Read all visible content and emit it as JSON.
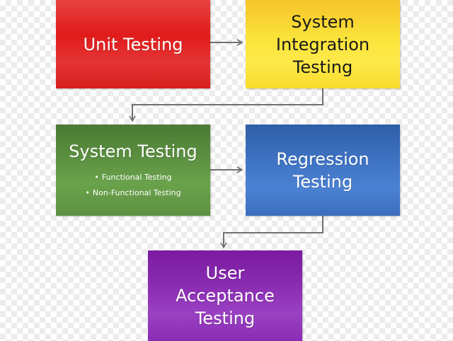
{
  "diagram": {
    "nodes": {
      "unit_testing": {
        "label": "Unit Testing",
        "color": "#e01b1b"
      },
      "system_integration_testing": {
        "label": "System\nIntegration\nTesting",
        "color": "#fbe43a"
      },
      "system_testing": {
        "label": "System Testing",
        "color": "#5b8f40",
        "bullets": [
          "Functional Testing",
          "Non-Functional Testing"
        ]
      },
      "regression_testing": {
        "label": "Regression\nTesting",
        "color": "#3f73c3"
      },
      "user_acceptance_testing": {
        "label": "User\nAcceptance\nTesting",
        "color": "#8a2db2"
      }
    },
    "bullet_glyph": "•",
    "edges": [
      {
        "from": "unit_testing",
        "to": "system_integration_testing"
      },
      {
        "from": "system_integration_testing",
        "to": "system_testing"
      },
      {
        "from": "system_testing",
        "to": "regression_testing"
      },
      {
        "from": "regression_testing",
        "to": "user_acceptance_testing"
      }
    ],
    "arrow_color": "#707070"
  }
}
